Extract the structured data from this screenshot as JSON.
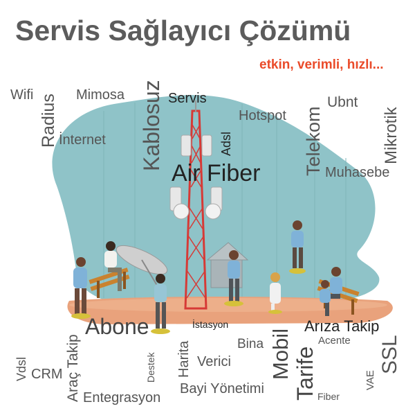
{
  "title": "Servis Sağlayıcı Çözümü",
  "tagline": "etkin, verimli, hızlı...",
  "colors": {
    "accent": "#ea4b2a",
    "title": "#5c5c5c",
    "words": "#555555",
    "blob": "#8fc3c8",
    "ground": "#e9a27c",
    "tower_red": "#d63a36"
  },
  "words": {
    "wifi": "Wifi",
    "radius": "Radius",
    "mimosa": "Mimosa",
    "internet": "İnternet",
    "kablosuz": "Kablosuz",
    "servis": "Servis",
    "adsl": "Adsl",
    "hotspot": "Hotspot",
    "telekom": "Telekom",
    "ubnt": "Ubnt",
    "mikrotik": "Mikrotik",
    "muhasebe": "Muhasebe",
    "air_fiber": "Air Fiber",
    "abone": "Abone",
    "istasyon": "İstasyon",
    "ariza_takip": "Arıza Takip",
    "acente": "Acente",
    "bina": "Bina",
    "mobil": "Mobil",
    "tarife": "Tarife",
    "ssl": "SSL",
    "vae": "VAE",
    "fiber": "Fiber",
    "vdsl": "Vdsl",
    "crm": "CRM",
    "arac_takip": "Araç Takip",
    "destek": "Destek",
    "harita": "Harita",
    "verici": "Verici",
    "bayi_yonetimi": "Bayi Yönetimi",
    "entegrasyon": "Entegrasyon"
  },
  "illustration": {
    "tower": "telecom-tower-icon",
    "dish": "satellite-dish-icon",
    "people": "person-icon"
  }
}
